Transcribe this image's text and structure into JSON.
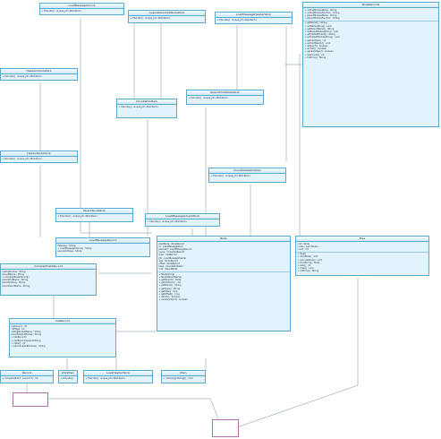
{
  "classes": {
    "c1": {
      "name": "LoadMessageChunk",
      "lines": [
        "+ Execute() : unique_ptr<WorkItem>"
      ]
    },
    "c2": {
      "name": "LogicalParentalsNodeWork",
      "lines": [
        "+ Execute() : unique_ptr<WorkItem>"
      ]
    },
    "c3": {
      "name": "LoadMessageHeaderWork",
      "lines": [
        "+ Execute() : unique_ptr<WorkItem>"
      ]
    },
    "c4": {
      "name": "HeaderChunkWork",
      "lines": [
        "+ Execute() : unique_ptr<WorkItem>"
      ]
    },
    "c5": {
      "name": "HeaderNodeWork",
      "lines": [
        "+ Execute() : unique_ptr<WorkItem>"
      ]
    },
    "c6": {
      "name": "ChunkWorkItem",
      "lines": [
        "+ Execute() : unique_ptr<WorkItem>"
      ]
    },
    "c7": {
      "name": "ParentChildNodeWork",
      "lines": [
        "+ Execute() : unique_ptr<WorkItem>"
      ]
    },
    "c8": {
      "name": "ChunkDataWorkItem",
      "lines": [
        "+ Execute() : unique_ptr<WorkItem>"
      ]
    },
    "c9": {
      "name": "ParentNodeWork",
      "lines": [
        "+ Execute() : unique_ptr<WorkItem>"
      ]
    },
    "c10": {
      "name": "LoadMessageChunkWork",
      "lines": [
        "+ Execute() : unique_ptr<WorkItem>"
      ]
    },
    "c11": {
      "name": "LoadHeaderWork",
      "lines": [
        "+ Execute() : unique_ptr<WorkItem>"
      ]
    },
    "c12": {
      "name": "LoadMessageRecord",
      "lines": [
        "Message : String",
        "+ LoadMessageChunk() : String",
        "parentAddress : String"
      ]
    },
    "c13": {
      "name": "CompiledDataRecord",
      "lines": [
        "callingModule : String",
        "parentName : String",
        "+ CompiledDataRecord()",
        "parentFullName : String",
        "parentCalling : String",
        "parentSendName : String"
      ]
    },
    "c14": {
      "name": "CallRecord",
      "lines": [
        "argsCount : int",
        "callType : int",
        "callingModuleName : String",
        "parentCalledModule : String",
        "+ CallRecord()",
        "+ CallRecord(parent:String)",
        "+ Calls() : int",
        "+ parentCalledModule() : String"
      ]
    },
    "c15": {
      "name": "Record",
      "lines": [
        "+ compare(first:T, second:T) : int"
      ]
    },
    "c16": {
      "name": "WorkItem",
      "lines": [
        "+ Execute()"
      ]
    },
    "c17": {
      "name": "LoadMessageWork",
      "lines": [
        "+ Execute() : unique_ptr<WorkItem>"
      ]
    },
    "c18": {
      "name": "Main",
      "lines": [
        "+ main(args:String[]) : void"
      ]
    },
    "c19": {
      "name": "Node",
      "lines": [
        "startNode : NodeRecord",
        "id : LoadMessageWork",
        "parentId : LoadMessageRecord",
        "name : CompiledRecord",
        "type : CallRecord",
        "ptr : LoadMessageHeader",
        "size : NodeRecord",
        "offset : NodeRecord",
        "base : ChunkWorkItem",
        "root : ParentNode",
        "+ Node(string)",
        "+ Node(ParentName)",
        "+ getParent() : Node",
        "+ getChildren() : list",
        "+ getName() : String",
        "+ getType() : String",
        "+ getSize() : long",
        "+ getOffset() : long",
        "+ isRoot() : boolean",
        "+ equals(Object) : boolean"
      ]
    },
    "c20": {
      "name": "Tree",
      "lines": [
        "root : Node",
        "nodes : List<Node>",
        "count : int",
        "+ Tree()",
        "+ add(Node) : void",
        "+ remove(Node) : void",
        "+ find(String) : Node",
        "+ size() : int",
        "+ clear() : void",
        "+ toString() : String"
      ]
    },
    "c21": {
      "name": "NodeRecords",
      "lines": [
        "+ callingModuleName : String",
        "+ callingModuleFunction : String",
        "+ parentModuleName : String",
        "+ parentModuleFunction : String",
        "+ getName() : String",
        "+ setName(String) : void",
        "+ getParentName() : String",
        "+ setParentName(String) : void",
        "+ getCalledModule() : String",
        "+ setCalledModule(String) : void",
        "+ getCallType() : int",
        "+ setCallType(int) : void",
        "+ isParent() : boolean",
        "+ isChild() : boolean",
        "+ equals(Object) : boolean",
        "+ hashCode() : int",
        "+ toString() : String"
      ]
    }
  },
  "notes": {
    "n1": "",
    "n2": ""
  }
}
